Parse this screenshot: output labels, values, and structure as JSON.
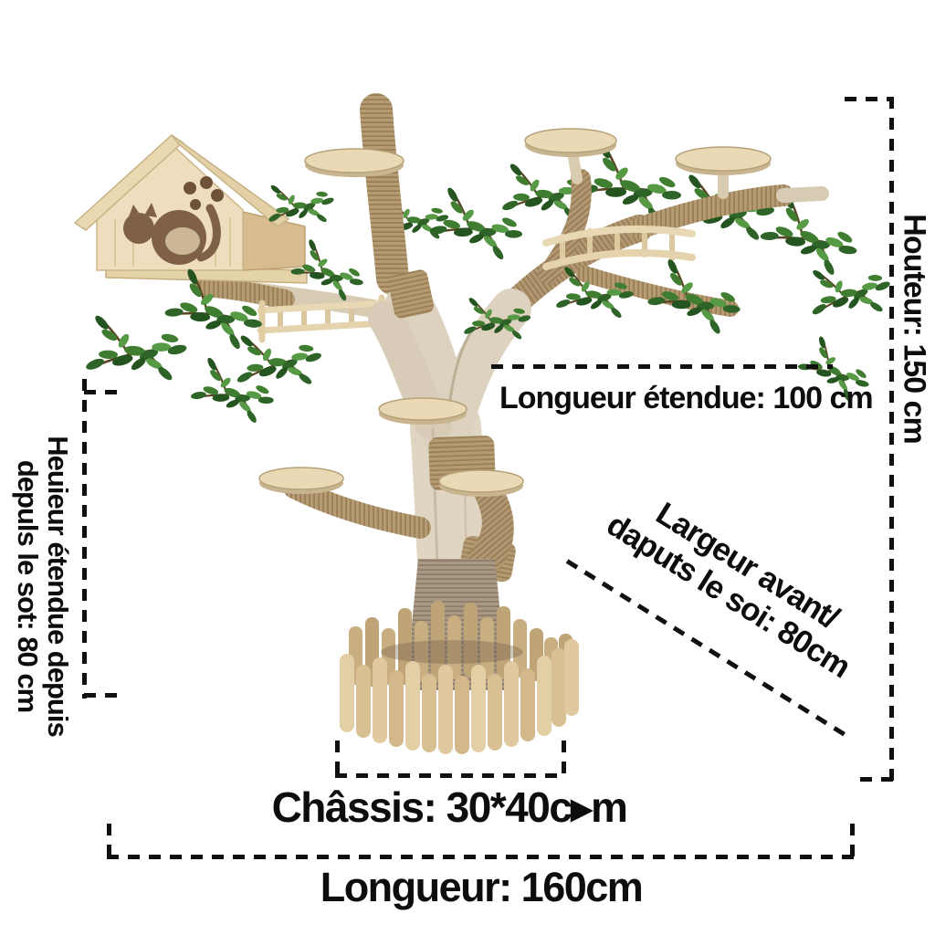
{
  "diagram": {
    "background_color": "#ffffff",
    "text_color": "#0d0d0d",
    "annotations": {
      "extended_length": "Longueur étendue: 100 cm",
      "height": "Houteur: 150 cm",
      "extended_height_line1": "Heuieur étendue depuis",
      "extended_height_line2": "depuls le sot: 80 cm",
      "front_width_line1": "Largeur avant/",
      "front_width_line2": "daputs le soi: 80cm",
      "chassis": "Châssis: 30*40c▸m",
      "length": "Longueur: 160cm"
    },
    "values": {
      "extended_length_cm": 100,
      "height_cm": 150,
      "extended_height_from_floor_cm": 80,
      "front_width_from_floor_cm": 80,
      "chassis_cm": "30*40",
      "length_cm": 160
    },
    "product": {
      "description": "wooden cat tree with cat house, round platforms, ladders, rope-wrapped branches, artificial leaves and round picket base fence",
      "wood_color": "#e8dbbc",
      "rope_color": "#b59b73",
      "leaf_color": "#3f7d31"
    }
  }
}
